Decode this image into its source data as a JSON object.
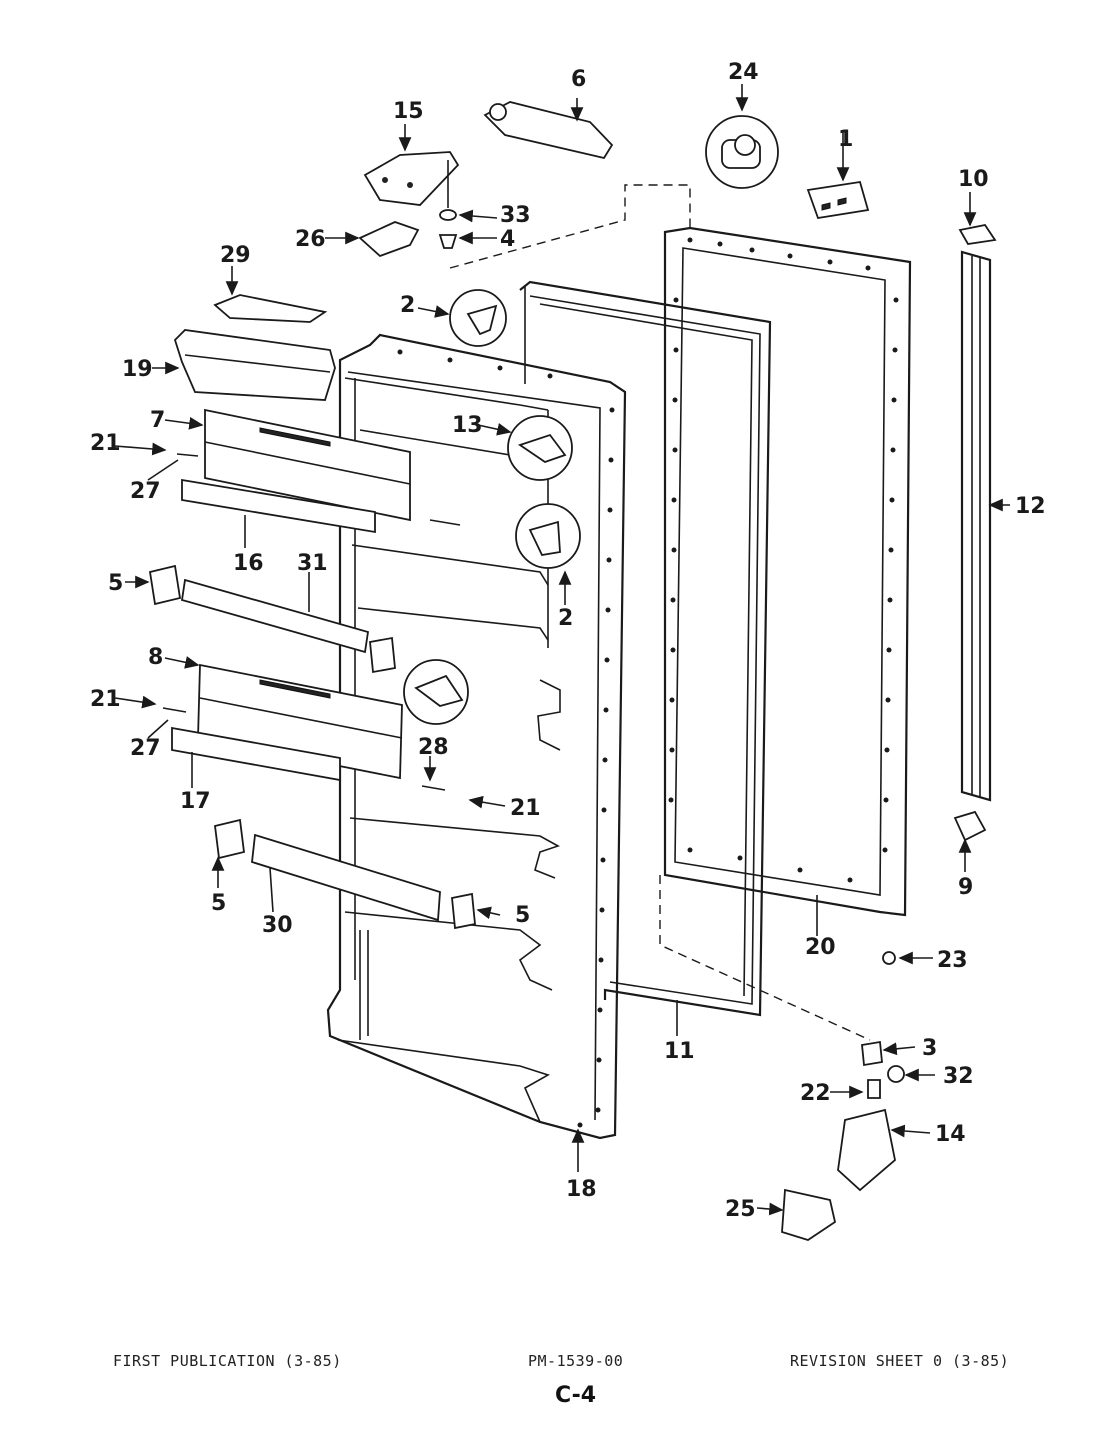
{
  "labels": {
    "p1": "1",
    "p2a": "2",
    "p2b": "2",
    "p3": "3",
    "p4": "4",
    "p5a": "5",
    "p5b": "5",
    "p5c": "5",
    "p6": "6",
    "p7": "7",
    "p8": "8",
    "p9": "9",
    "p10": "10",
    "p11": "11",
    "p12": "12",
    "p13": "13",
    "p14": "14",
    "p15": "15",
    "p16": "16",
    "p17": "17",
    "p18": "18",
    "p19": "19",
    "p20": "20",
    "p21a": "21",
    "p21b": "21",
    "p21c": "21",
    "p22": "22",
    "p23": "23",
    "p24": "24",
    "p25": "25",
    "p26": "26",
    "p27a": "27",
    "p27b": "27",
    "p28": "28",
    "p29": "29",
    "p30": "30",
    "p31": "31",
    "p32": "32",
    "p33": "33"
  },
  "footer": {
    "first_publication": "FIRST PUBLICATION (3-85)",
    "part_number": "PM-1539-00",
    "revision": "REVISION SHEET 0 (3-85)",
    "page_code": "C-4"
  }
}
